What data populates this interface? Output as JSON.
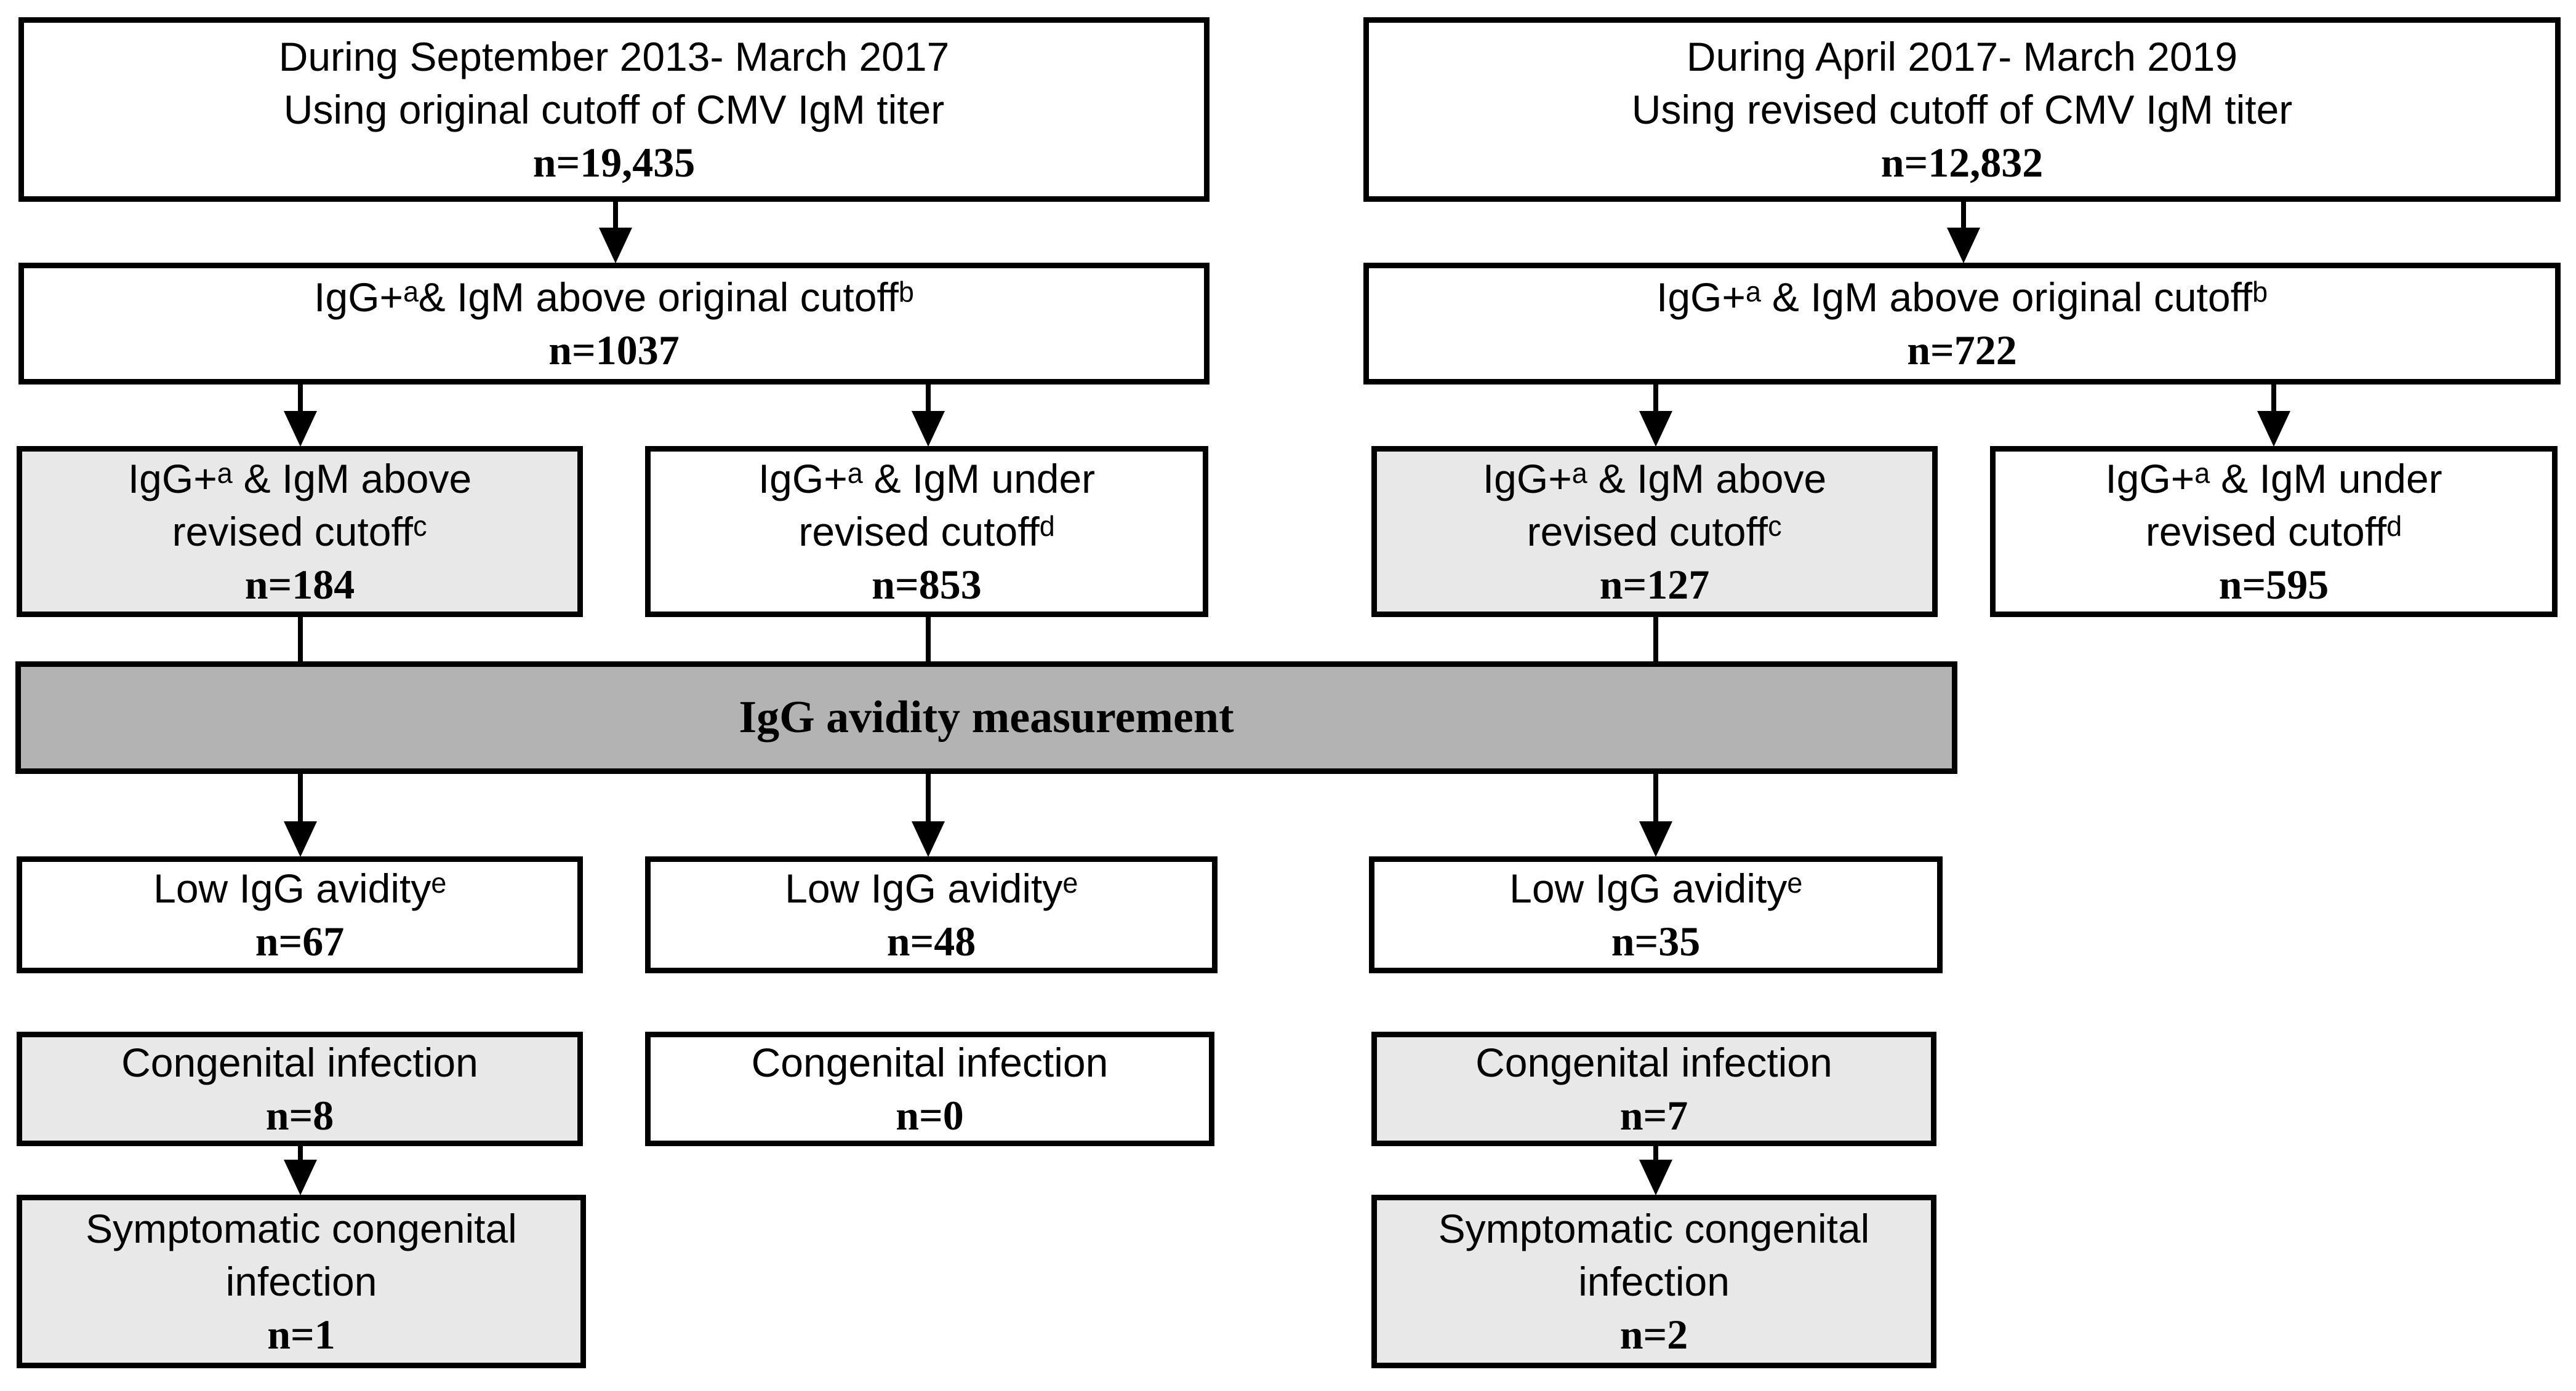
{
  "figure": {
    "type": "flow-diagram",
    "colors": {
      "background": "#ffffff",
      "box_fill_white": "#ffffff",
      "box_fill_gray": "#e8e8e8",
      "bar_fill_gray": "#b3b3b3",
      "border": "#000000",
      "text": "#000000"
    }
  },
  "cohort_2013": {
    "header": {
      "line1": "During September 2013- March 2017",
      "line2": "Using original cutoff of CMV IgM titer",
      "n": "n=19,435"
    },
    "igm_positive": {
      "line1": "IgG+ᵃ& IgM above original cutoffᵇ",
      "n": "n=1037"
    },
    "above_revised": {
      "line1": "IgG+ᵃ & IgM above",
      "line2": "revised cutoffᶜ",
      "n": "n=184"
    },
    "under_revised": {
      "line1": "IgG+ᵃ & IgM under",
      "line2": "revised cutoffᵈ",
      "n": "n=853"
    },
    "low_avidity_above": {
      "line1": "Low IgG avidityᵉ",
      "n": "n=67"
    },
    "low_avidity_under": {
      "line1": "Low IgG avidityᵉ",
      "n": "n=48"
    },
    "congenital_above": {
      "line1": "Congenital infection",
      "n": "n=8"
    },
    "congenital_under": {
      "line1": "Congenital infection",
      "n": "n=0"
    },
    "symptomatic": {
      "line1": "Symptomatic congenital",
      "line2": "infection",
      "n": "n=1"
    }
  },
  "avidity_bar": {
    "label": "IgG avidity measurement"
  },
  "cohort_2017": {
    "header": {
      "line1": "During April 2017- March 2019",
      "line2": "Using revised cutoff of CMV IgM titer",
      "n": "n=12,832"
    },
    "igm_positive": {
      "line1": "IgG+ᵃ & IgM above original cutoffᵇ",
      "n": "n=722"
    },
    "above_revised": {
      "line1": "IgG+ᵃ & IgM above",
      "line2": "revised cutoffᶜ",
      "n": "n=127"
    },
    "under_revised": {
      "line1": "IgG+ᵃ & IgM under",
      "line2": "revised cutoffᵈ",
      "n": "n=595"
    },
    "low_avidity": {
      "line1": "Low IgG avidityᵉ",
      "n": "n=35"
    },
    "congenital": {
      "line1": "Congenital infection",
      "n": "n=7"
    },
    "symptomatic": {
      "line1": "Symptomatic congenital",
      "line2": "infection",
      "n": "n=2"
    }
  }
}
